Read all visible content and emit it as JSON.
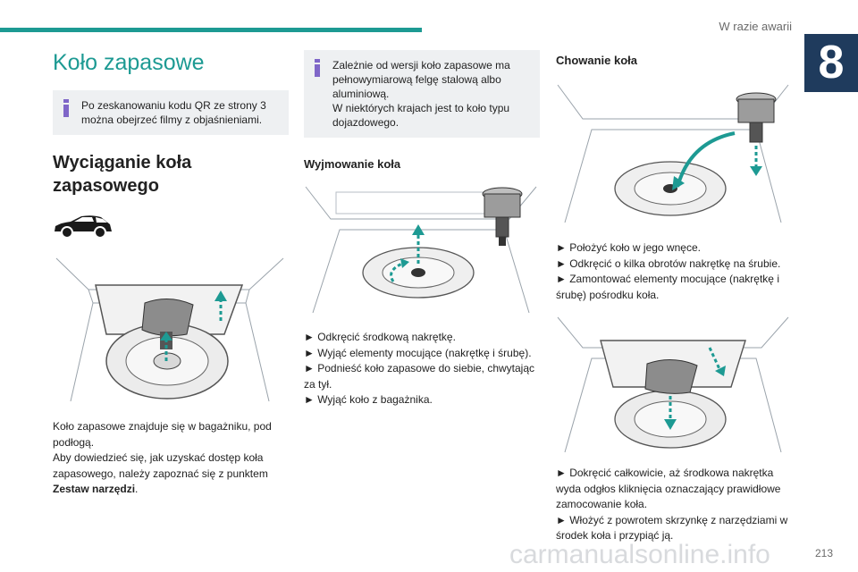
{
  "header": {
    "section_label": "W razie awarii",
    "chapter_number": "8"
  },
  "col1": {
    "title": "Koło zapasowe",
    "info_text": "Po zeskanowaniu kodu QR ze strony 3 można obejrzeć filmy z objaśnieniami.",
    "heading": "Wyciąganie koła zapasowego",
    "para_line1": "Koło zapasowe znajduje się w bagażniku, pod podłogą.",
    "para_line2": "Aby dowiedzieć się, jak uzyskać dostęp koła zapasowego, należy zapoznać się z punktem",
    "para_link": "Zestaw narzędzi",
    "para_end": "."
  },
  "col2": {
    "info_line1": "Zależnie od wersji koło zapasowe ma pełnowymiarową felgę stalową albo aluminiową.",
    "info_line2": "W niektórych krajach jest to koło typu dojazdowego.",
    "heading": "Wyjmowanie koła",
    "steps": [
      "► Odkręcić środkową nakrętkę.",
      "► Wyjąć elementy mocujące (nakrętkę i śrubę).",
      "► Podnieść koło zapasowe do siebie, chwytając za tył.",
      "► Wyjąć koło z bagażnika."
    ]
  },
  "col3": {
    "heading": "Chowanie koła",
    "steps_a": [
      "► Położyć koło w jego wnęce.",
      "► Odkręcić o kilka obrotów nakrętkę na śrubie.",
      "► Zamontować elementy mocujące (nakrętkę i śrubę) pośrodku koła."
    ],
    "steps_b": [
      "► Dokręcić całkowicie, aż środkowa nakrętka wyda odgłos kliknięcia oznaczający prawidłowe zamocowanie koła.",
      "► Włożyć z powrotem skrzynkę z narzędziami w środek koła i przypiąć ją."
    ]
  },
  "footer": {
    "page_number": "213",
    "watermark": "carmanualsonline.info"
  },
  "colors": {
    "accent": "#1d9a93",
    "chapter_bg": "#1f3b5d",
    "info_bg": "#eef0f2",
    "info_icon": "#7f66c8"
  }
}
